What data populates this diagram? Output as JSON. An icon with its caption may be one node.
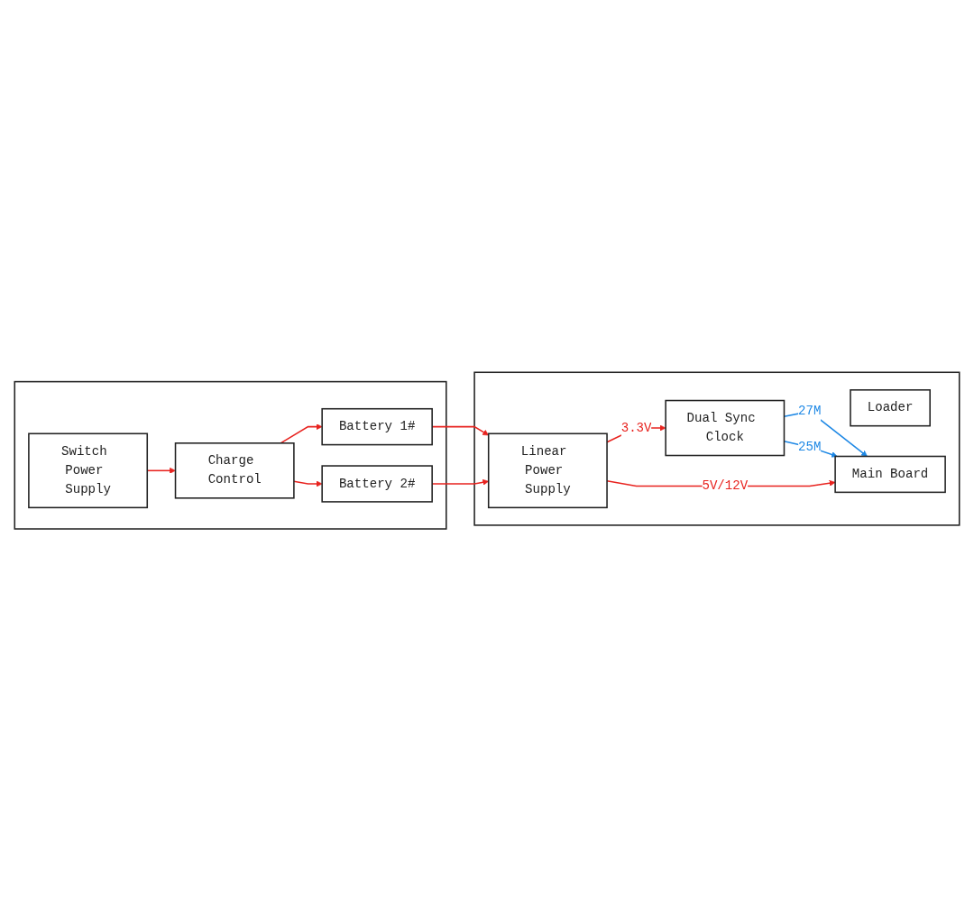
{
  "diagram": {
    "nodes": [
      {
        "text": [],
        "shape": "box"
      },
      {
        "text": [
          "Linear Power Supply"
        ],
        "in": 0
      },
      {
        "text": [
          "Dual Sync Clock"
        ],
        "in": 0
      },
      {
        "text": [
          "Loader"
        ],
        "in": 0
      },
      {
        "text": [
          "Main Board"
        ],
        "in": 0
      },
      {
        "text": [],
        "shape": "box"
      },
      {
        "text": [
          "Switch Power Supply"
        ],
        "in": 5
      },
      {
        "text": [
          "Charge Control"
        ],
        "in": 5
      },
      {
        "text": [
          "Battery 1#"
        ],
        "in": 5
      },
      {
        "text": [
          "Battery 2#"
        ],
        "in": 5
      }
    ],
    "edges": [
      {
        "from": 1,
        "to": 2,
        "arrow": "to",
        "label": "3.3V"
      },
      {
        "from": 2,
        "to": 4,
        "arrow": "to",
        "label": "27M",
        "color": "#1e88e5"
      },
      {
        "from": 2,
        "to": 4,
        "arrow": "to",
        "label": "25M",
        "color": "#1e88e5"
      },
      {
        "from": 1,
        "to": 4,
        "arrow": "to",
        "label": "5V/12V"
      },
      {
        "from": 6,
        "to": 7,
        "arrow": "to"
      },
      {
        "from": 7,
        "to": 8,
        "arrow": "to"
      },
      {
        "from": 7,
        "to": 9,
        "arrow": "to"
      },
      {
        "from": 8,
        "to": 1,
        "arrow": "to"
      },
      {
        "from": 9,
        "to": 1,
        "arrow": "to"
      }
    ]
  }
}
